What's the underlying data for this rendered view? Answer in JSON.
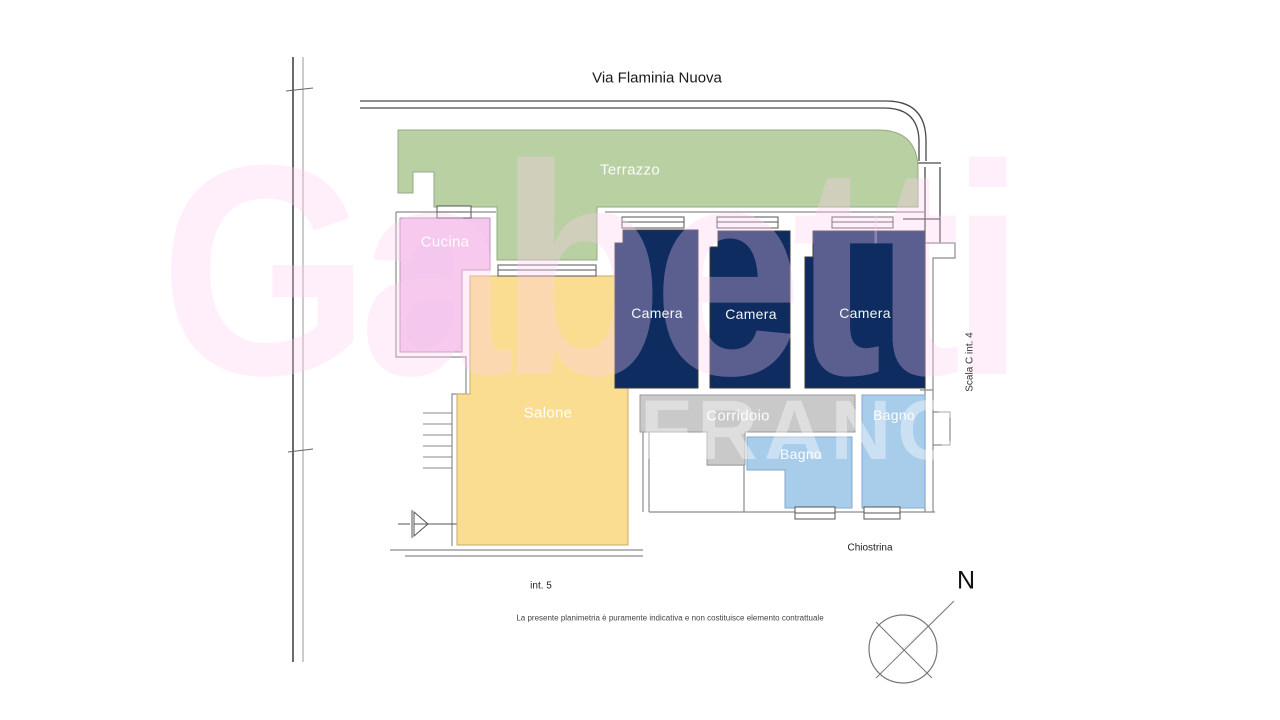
{
  "street": {
    "name": "Via Flaminia Nuova"
  },
  "rooms": {
    "terrazzo": "Terrazzo",
    "cucina": "Cucina",
    "camera": "Camera",
    "salone": "Salone",
    "corridoio": "Corridoio",
    "bagno": "Bagno"
  },
  "annotations": {
    "scala": "Scala C int. 4",
    "chiostrina": "Chiostrina",
    "interno": "int. 5",
    "disclaimer": "La presente planimetria è puramente indicativa e non costituisce elemento contrattuale",
    "north": "N"
  },
  "watermark": {
    "line1": "Gabetti",
    "line2": "FRANCHISING"
  },
  "colors": {
    "terrazzo": "#b9d0a2",
    "cucina": "#f4c7ee",
    "camera": "#0e2c60",
    "salone": "#fbdd92",
    "corridoio": "#c9c9c9",
    "bagno": "#a8cdeb",
    "wall": "#8c8c8c"
  }
}
